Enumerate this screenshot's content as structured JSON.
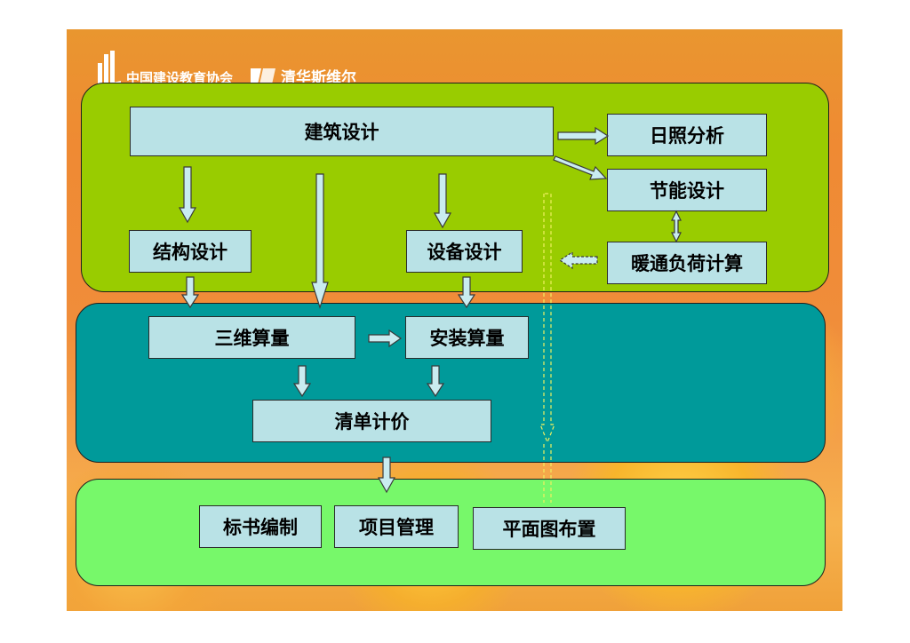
{
  "header": {
    "org_left": "中国建设教育协会",
    "org_right": "清华斯维尔"
  },
  "nodes": {
    "arch_design": "建筑设计",
    "sunlight": "日照分析",
    "energy": "节能设计",
    "hvac_load": "暖通负荷计算",
    "structure": "结构设计",
    "equipment": "设备设计",
    "quantity_3d": "三维算量",
    "install_qty": "安装算量",
    "bill_pricing": "清单计价",
    "bid_docs": "标书编制",
    "project_mgmt": "项目管理",
    "site_layout": "平面图布置"
  },
  "colors": {
    "band_design": "#99cc00",
    "band_cost": "#009a9a",
    "band_manage": "#77f86a",
    "node_fill": "#b9e2e6",
    "background": "#ef8a33"
  }
}
